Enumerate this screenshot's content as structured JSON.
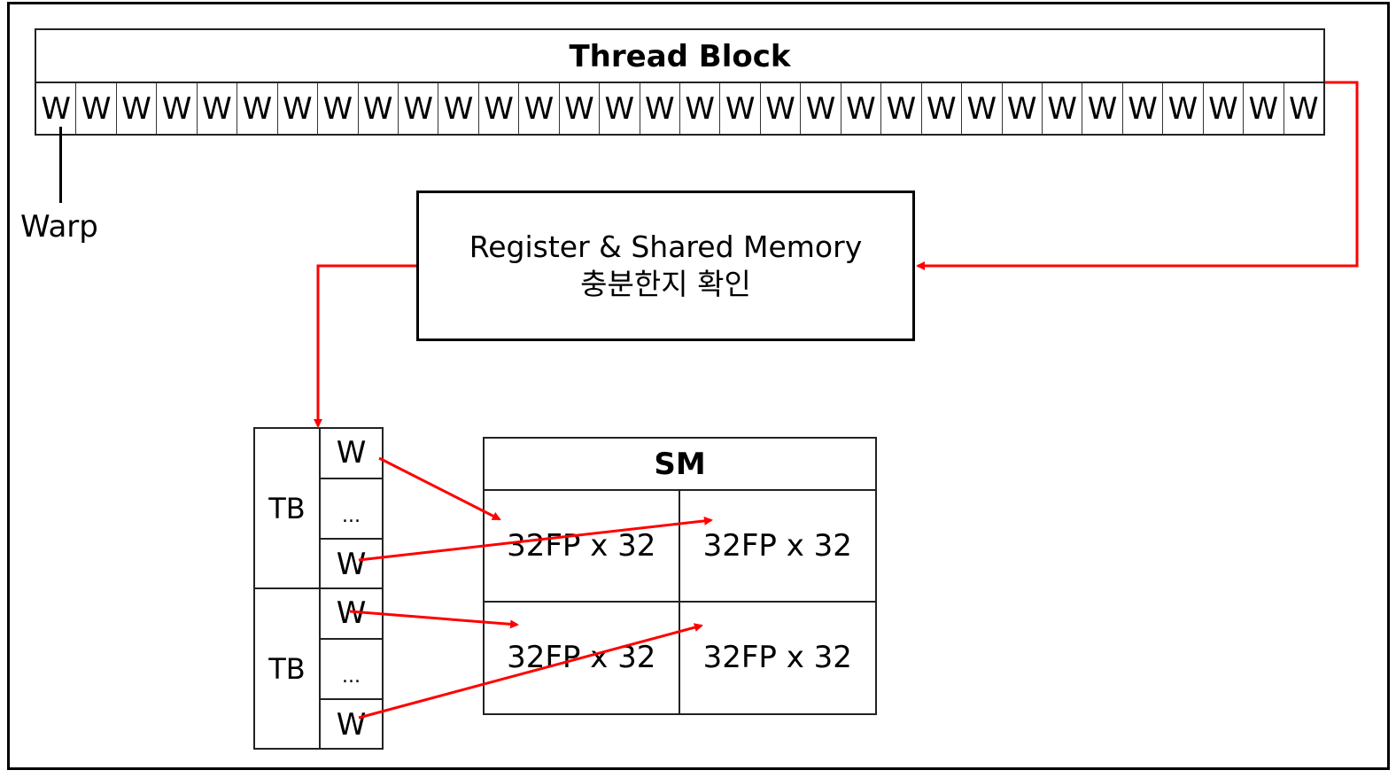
{
  "diagram": {
    "thread_block": {
      "title": "Thread Block",
      "warp_cell_label": "W",
      "warp_count": 32
    },
    "warp_annotation": "Warp",
    "resource_check": {
      "line1": "Register & Shared Memory",
      "line2": "충분한지 확인"
    },
    "thread_blocks": [
      {
        "label": "TB",
        "warps": [
          "W",
          "...",
          "W"
        ]
      },
      {
        "label": "TB",
        "warps": [
          "W",
          "...",
          "W"
        ]
      }
    ],
    "sm": {
      "title": "SM",
      "units": [
        "32FP x 32",
        "32FP x 32",
        "32FP x 32",
        "32FP x 32"
      ]
    },
    "colors": {
      "arrow": "#ff0000",
      "outline": "#000000"
    }
  }
}
